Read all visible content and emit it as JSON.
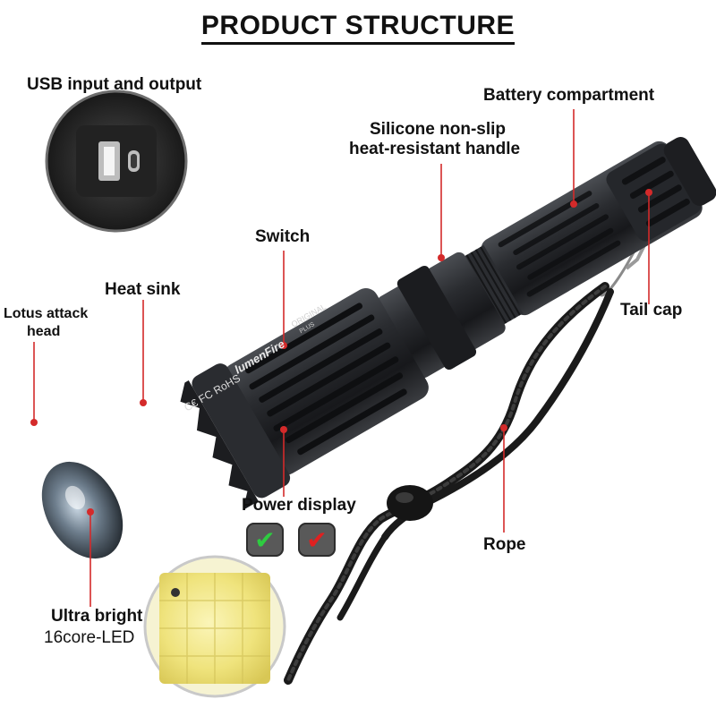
{
  "title": "PRODUCT STRUCTURE",
  "labels": {
    "usb": "USB input and output",
    "battery": "Battery compartment",
    "handle_line1": "Silicone non-slip",
    "handle_line2": "heat-resistant handle",
    "switch": "Switch",
    "heat_sink": "Heat sink",
    "lotus_line1": "Lotus attack",
    "lotus_line2": "head",
    "tail_cap": "Tail cap",
    "power_display": "Power display",
    "rope": "Rope",
    "led_line1": "Ultra bright",
    "led_line2": "16core-LED"
  },
  "body_markings": {
    "brand": "lumenFire",
    "original": "ORIGINAL",
    "plus": "PLUS",
    "certs": "C€ FC RoHS"
  },
  "indicators": [
    {
      "name": "green-indicator",
      "glyph": "✔",
      "color": "#2ecc40"
    },
    {
      "name": "red-indicator",
      "glyph": "✔",
      "color": "#e02020"
    }
  ],
  "colors": {
    "callout_line": "#d42a2a",
    "callout_dot": "#d42a2a",
    "body_dark": "#1f2124",
    "led_yellow": "#f2e98a"
  }
}
